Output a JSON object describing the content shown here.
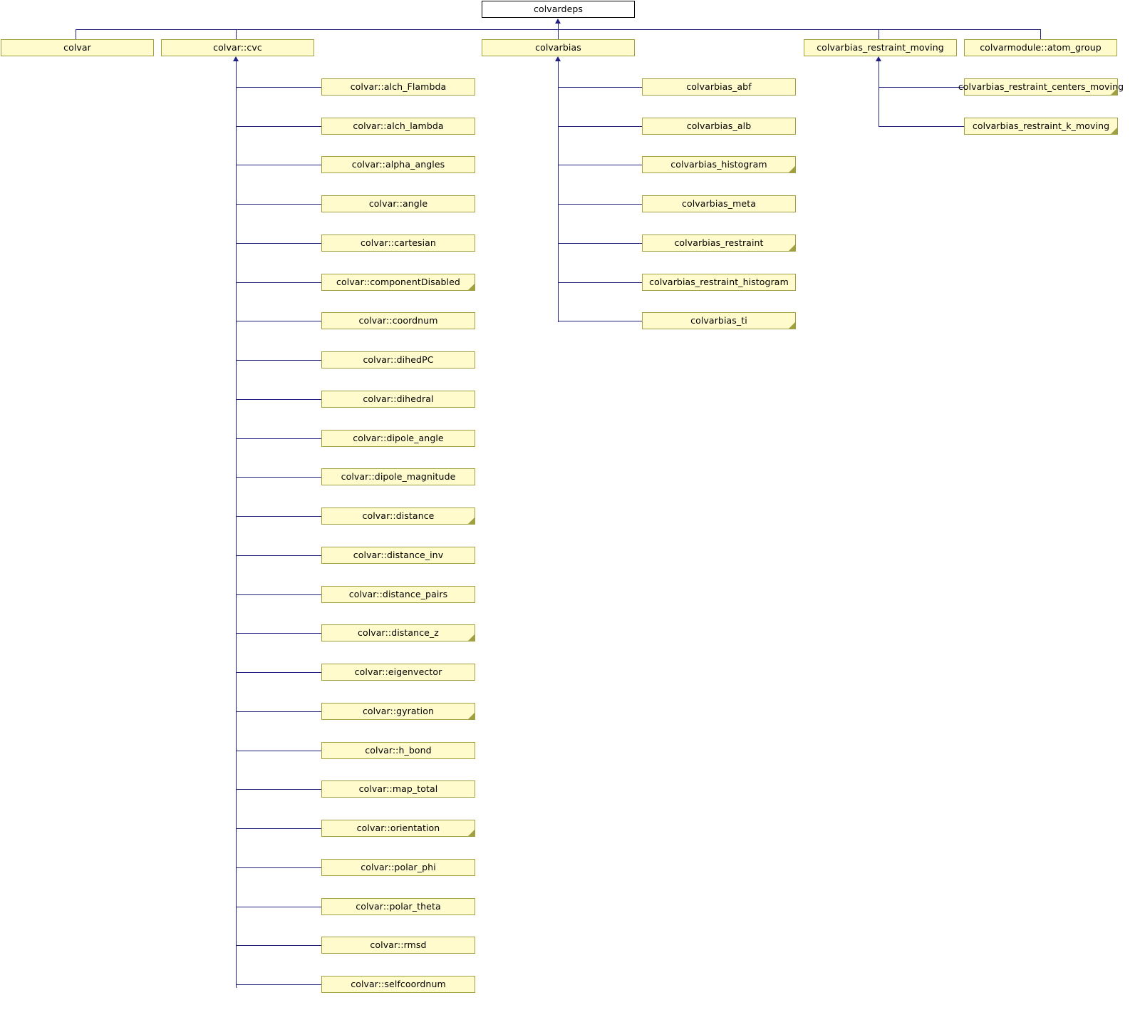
{
  "diagram": {
    "title": "colvardeps inheritance diagram",
    "type": "inheritance-graph",
    "colors": {
      "node_fill": "#fffbcc",
      "node_border": "#a0a040",
      "root_fill": "#ffffff",
      "root_border": "#000000",
      "edge": "#1f2080",
      "background": "#ffffff"
    }
  },
  "root": {
    "label": "colvardeps"
  },
  "level1": [
    {
      "label": "colvar"
    },
    {
      "label": "colvar::cvc"
    },
    {
      "label": "colvarbias"
    },
    {
      "label": "colvarbias_restraint_moving"
    },
    {
      "label": "colvarmodule::atom_group"
    }
  ],
  "cvc_children": [
    {
      "label": "colvar::alch_Flambda",
      "folded": false
    },
    {
      "label": "colvar::alch_lambda",
      "folded": false
    },
    {
      "label": "colvar::alpha_angles",
      "folded": false
    },
    {
      "label": "colvar::angle",
      "folded": false
    },
    {
      "label": "colvar::cartesian",
      "folded": false
    },
    {
      "label": "colvar::componentDisabled",
      "folded": true
    },
    {
      "label": "colvar::coordnum",
      "folded": false
    },
    {
      "label": "colvar::dihedPC",
      "folded": false
    },
    {
      "label": "colvar::dihedral",
      "folded": false
    },
    {
      "label": "colvar::dipole_angle",
      "folded": false
    },
    {
      "label": "colvar::dipole_magnitude",
      "folded": false
    },
    {
      "label": "colvar::distance",
      "folded": true
    },
    {
      "label": "colvar::distance_inv",
      "folded": false
    },
    {
      "label": "colvar::distance_pairs",
      "folded": false
    },
    {
      "label": "colvar::distance_z",
      "folded": true
    },
    {
      "label": "colvar::eigenvector",
      "folded": false
    },
    {
      "label": "colvar::gyration",
      "folded": true
    },
    {
      "label": "colvar::h_bond",
      "folded": false
    },
    {
      "label": "colvar::map_total",
      "folded": false
    },
    {
      "label": "colvar::orientation",
      "folded": true
    },
    {
      "label": "colvar::polar_phi",
      "folded": false
    },
    {
      "label": "colvar::polar_theta",
      "folded": false
    },
    {
      "label": "colvar::rmsd",
      "folded": false
    },
    {
      "label": "colvar::selfcoordnum",
      "folded": false
    }
  ],
  "bias_children": [
    {
      "label": "colvarbias_abf",
      "folded": false
    },
    {
      "label": "colvarbias_alb",
      "folded": false
    },
    {
      "label": "colvarbias_histogram",
      "folded": true
    },
    {
      "label": "colvarbias_meta",
      "folded": false
    },
    {
      "label": "colvarbias_restraint",
      "folded": true
    },
    {
      "label": "colvarbias_restraint_histogram",
      "folded": false
    },
    {
      "label": "colvarbias_ti",
      "folded": true
    }
  ],
  "restraint_moving_children": [
    {
      "label": "colvarbias_restraint_centers_moving",
      "folded": true
    },
    {
      "label": "colvarbias_restraint_k_moving",
      "folded": true
    }
  ]
}
